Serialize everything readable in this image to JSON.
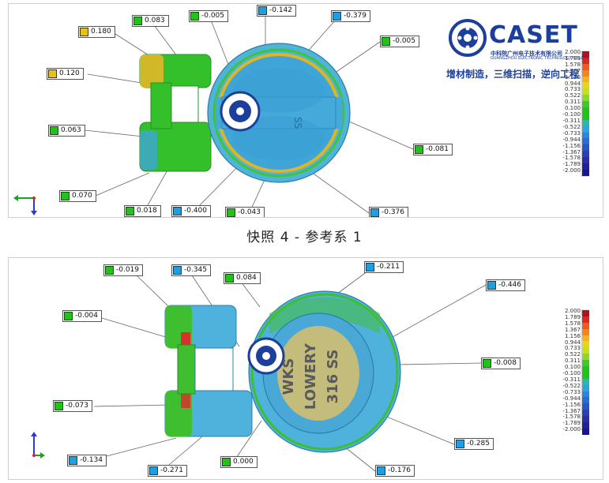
{
  "caption": "快照 4 - 参考系 1",
  "colors": {
    "green": "#22c21b",
    "cyan": "#1e9fe0",
    "yellow": "#e7c01c"
  },
  "logo": {
    "brand": "CASET",
    "line1": "中科院广州电子技术有限公司",
    "line2": "GUANGZHOU ELECTRONIC TECHNOLOGY CO.,LTD",
    "slogan": "增材制造，三维扫描，逆向工程"
  },
  "scale": [
    "2.000",
    "1.789",
    "1.578",
    "1.367",
    "1.156",
    "0.944",
    "0.733",
    "0.522",
    "0.311",
    "0.100",
    "-0.100",
    "-0.311",
    "-0.522",
    "-0.733",
    "-0.944",
    "-1.156",
    "-1.367",
    "-1.578",
    "-1.789",
    "-2.000"
  ],
  "scale_colors": [
    "#b01020",
    "#d82a1e",
    "#ee5a20",
    "#f2861e",
    "#f4b21c",
    "#e7d51c",
    "#c7e01e",
    "#8fd62a",
    "#45c52a",
    "#22c21b",
    "#22c21b",
    "#2fb6a6",
    "#2fa3dd",
    "#2a86d8",
    "#2a6cd0",
    "#2a54c4",
    "#2b3fb6",
    "#2a2ea6",
    "#22219a",
    "#1a1490"
  ],
  "top": {
    "callouts": [
      {
        "name": "callout-top-0083",
        "value": "0.083",
        "swatch": "green"
      },
      {
        "name": "callout-top-m0005a",
        "value": "-0.005",
        "swatch": "green"
      },
      {
        "name": "callout-top-m0142",
        "value": "-0.142",
        "swatch": "cyan"
      },
      {
        "name": "callout-top-m0379",
        "value": "-0.379",
        "swatch": "cyan"
      },
      {
        "name": "callout-top-0180",
        "value": "0.180",
        "swatch": "yellow"
      },
      {
        "name": "callout-top-m0005b",
        "value": "-0.005",
        "swatch": "green"
      },
      {
        "name": "callout-top-0120",
        "value": "0.120",
        "swatch": "yellow"
      },
      {
        "name": "callout-top-0063",
        "value": "0.063",
        "swatch": "green"
      },
      {
        "name": "callout-top-m0081",
        "value": "-0.081",
        "swatch": "green"
      },
      {
        "name": "callout-top-0070",
        "value": "0.070",
        "swatch": "green"
      },
      {
        "name": "callout-top-0018",
        "value": "0.018",
        "swatch": "green"
      },
      {
        "name": "callout-top-m0400",
        "value": "-0.400",
        "swatch": "cyan"
      },
      {
        "name": "callout-top-m0043",
        "value": "-0.043",
        "swatch": "green"
      },
      {
        "name": "callout-top-m0376",
        "value": "-0.376",
        "swatch": "cyan"
      }
    ]
  },
  "bottom": {
    "part_text": [
      "WKS",
      "LOWERY",
      "316 SS"
    ],
    "callouts": [
      {
        "name": "callout-bot-m0019",
        "value": "-0.019",
        "swatch": "green"
      },
      {
        "name": "callout-bot-m0345",
        "value": "-0.345",
        "swatch": "cyan"
      },
      {
        "name": "callout-bot-0084",
        "value": "0.084",
        "swatch": "green"
      },
      {
        "name": "callout-bot-m0211",
        "value": "-0.211",
        "swatch": "cyan"
      },
      {
        "name": "callout-bot-m0446",
        "value": "-0.446",
        "swatch": "cyan"
      },
      {
        "name": "callout-bot-m0004",
        "value": "-0.004",
        "swatch": "green"
      },
      {
        "name": "callout-bot-m0008",
        "value": "-0.008",
        "swatch": "green"
      },
      {
        "name": "callout-bot-m0073",
        "value": "-0.073",
        "swatch": "green"
      },
      {
        "name": "callout-bot-m0285",
        "value": "-0.285",
        "swatch": "cyan"
      },
      {
        "name": "callout-bot-m0134",
        "value": "-0.134",
        "swatch": "cyan"
      },
      {
        "name": "callout-bot-m0271",
        "value": "-0.271",
        "swatch": "cyan"
      },
      {
        "name": "callout-bot-0000",
        "value": "0.000",
        "swatch": "green"
      },
      {
        "name": "callout-bot-m0176",
        "value": "-0.176",
        "swatch": "cyan"
      }
    ]
  }
}
